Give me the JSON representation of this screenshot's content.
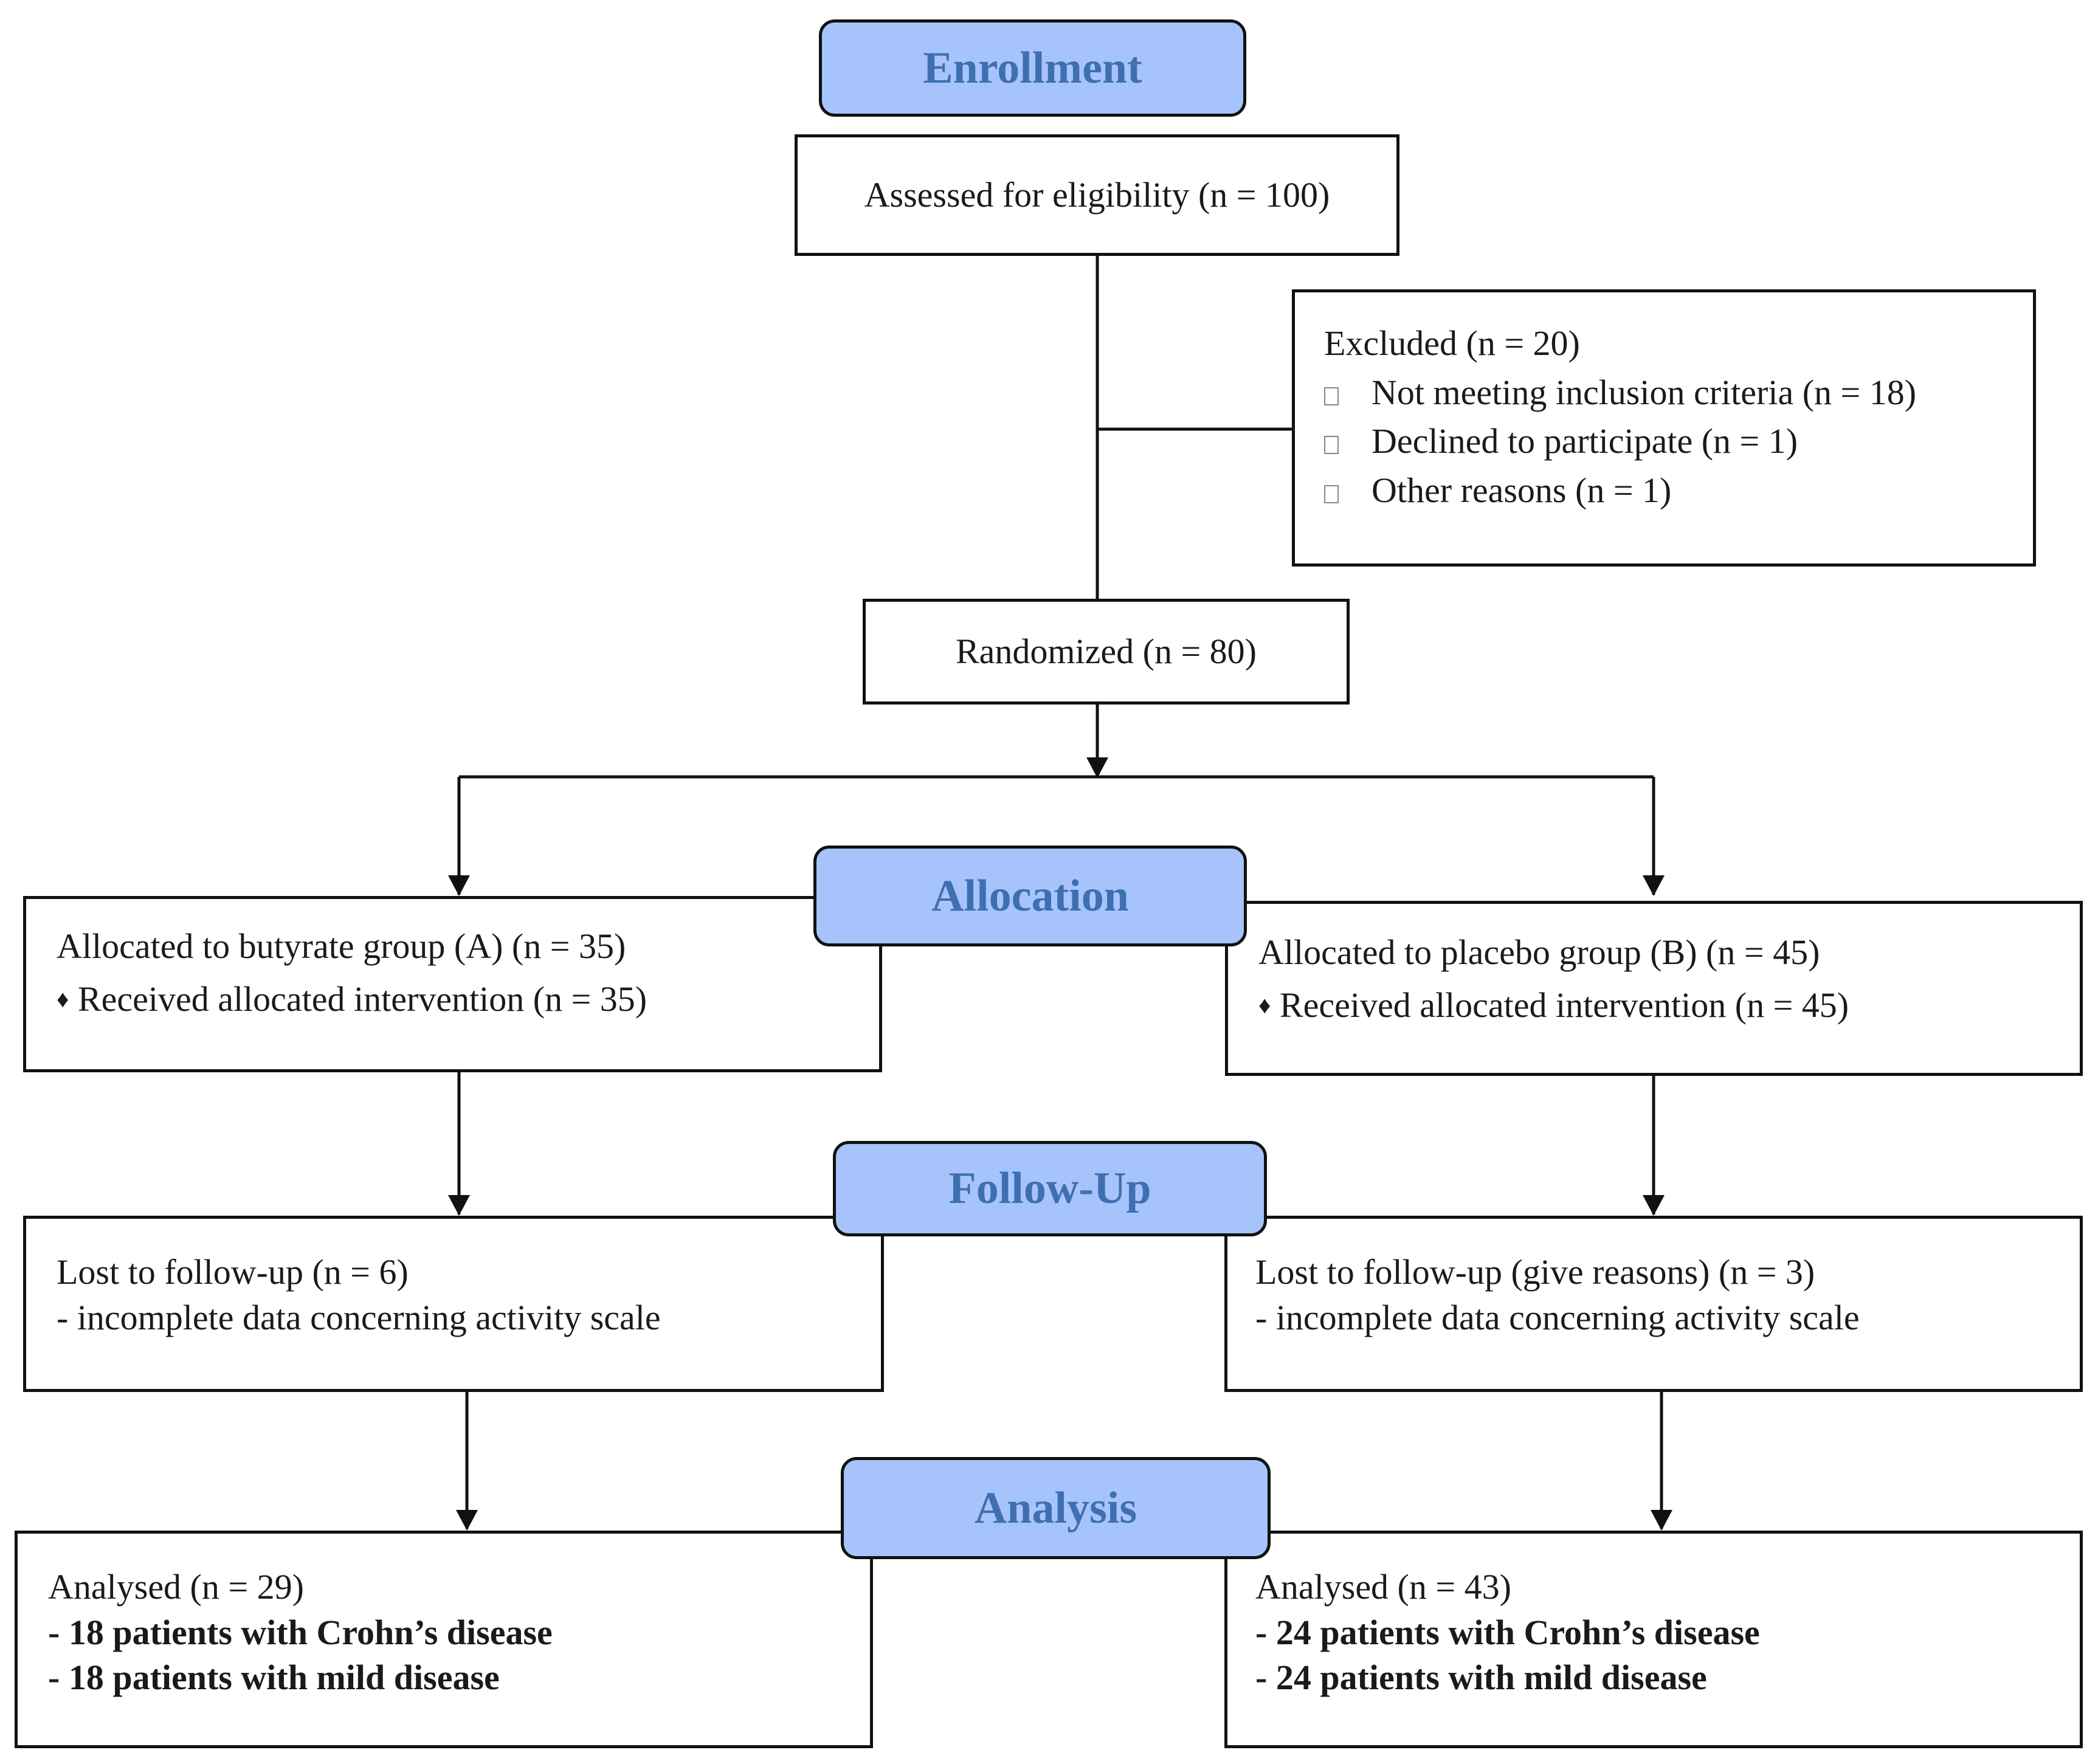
{
  "stages": {
    "enrollment": "Enrollment",
    "allocation": "Allocation",
    "follow_up": "Follow-Up",
    "analysis": "Analysis"
  },
  "assessed": "Assessed for eligibility (n = 100)",
  "excluded": {
    "title": "Excluded  (n = 20)",
    "items": [
      "Not meeting inclusion criteria (n = 18)",
      "Declined to participate (n = 1)",
      "Other reasons (n = 1)"
    ]
  },
  "randomized": "Randomized (n = 80)",
  "allocation_a": {
    "title": "Allocated to butyrate group (A) (n = 35)",
    "item": "Received allocated intervention (n = 35)"
  },
  "allocation_b": {
    "title": "Allocated to placebo group (B) (n = 45)",
    "item": "Received allocated intervention (n = 45)"
  },
  "followup_a": {
    "title": "Lost to follow-up (n = 6)",
    "detail": "- incomplete data concerning activity scale"
  },
  "followup_b": {
    "title": "Lost to follow-up (give reasons) (n = 3)",
    "detail": "- incomplete data concerning activity scale"
  },
  "analysis_a": {
    "title": "Analysed  (n = 29)",
    "lines": [
      "- 18 patients with Crohn’s disease",
      "- 18 patients with mild disease"
    ]
  },
  "analysis_b": {
    "title": "Analysed  (n = 43)",
    "lines": [
      "- 24 patients with Crohn’s disease",
      "- 24 patients with mild disease"
    ]
  },
  "colors": {
    "stage_fill": "#a6c4fb",
    "stage_text": "#3f6fb0",
    "line": "#111111"
  }
}
